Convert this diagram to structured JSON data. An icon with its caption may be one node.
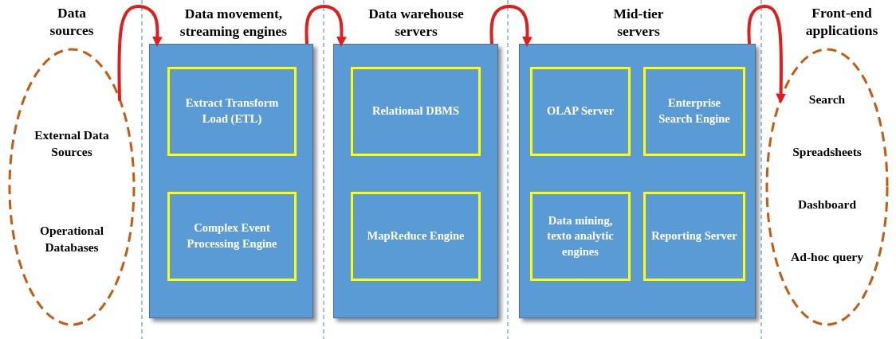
{
  "diagram": {
    "nodes": [
      {
        "text": [
          "Data sources",
          "External Data Sources",
          "Operational Databases"
        ]
      },
      {
        "text": [
          "Data movement, streaming engines"
        ]
      },
      {
        "text": [
          "Extract Transform Load (ETL)"
        ],
        "in": 1
      },
      {
        "text": [
          "Complex Event Processing Engine"
        ],
        "in": 1
      },
      {
        "text": [
          "Data warehouse servers"
        ]
      },
      {
        "text": [
          "Relational DBMS"
        ],
        "in": 4
      },
      {
        "text": [
          "MapReduce Engine"
        ],
        "in": 4
      },
      {
        "text": [
          "Mid-tier servers"
        ]
      },
      {
        "text": [
          "OLAP Server"
        ],
        "in": 7
      },
      {
        "text": [
          "Enterprise Search Engine"
        ],
        "in": 7
      },
      {
        "text": [
          "Data mining, texto analytic engines"
        ],
        "in": 7
      },
      {
        "text": [
          "Reporting Server"
        ],
        "in": 7
      },
      {
        "text": [
          "Front-end applications",
          "Search",
          "Spreadsheets",
          "Dashboard",
          "Ad-hoc query"
        ]
      }
    ],
    "edges": [
      {
        "from": 0,
        "to": 1,
        "arrow": "to"
      },
      {
        "from": 1,
        "to": 4,
        "arrow": "to"
      },
      {
        "from": 4,
        "to": 7,
        "arrow": "to"
      },
      {
        "from": 7,
        "to": 12,
        "arrow": "to"
      }
    ]
  }
}
